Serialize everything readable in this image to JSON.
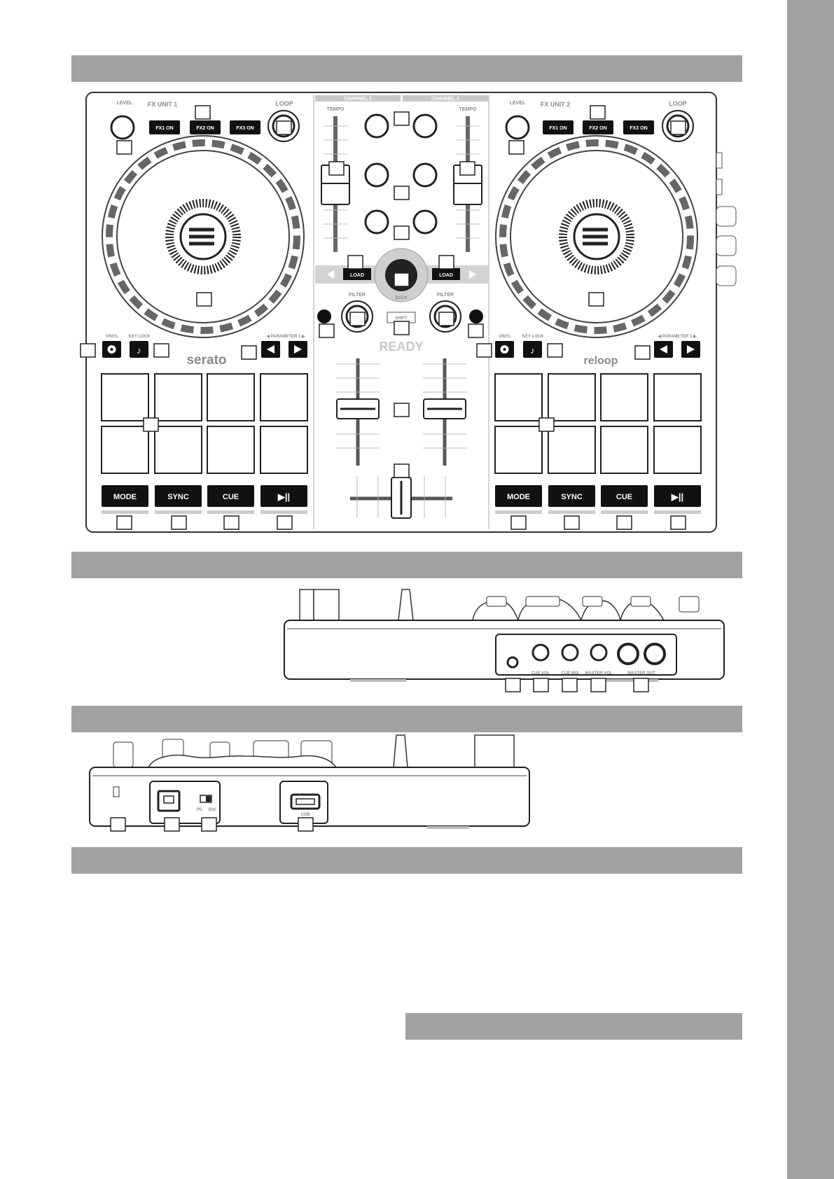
{
  "layout": {
    "section_bars": 4,
    "half_bar": 1,
    "right_band_color": "#a2a2a2",
    "bar_color": "#a2a2a2"
  },
  "top_panel": {
    "deck_left": {
      "level": "LEVEL",
      "fx_unit": "FX UNIT 1",
      "fx_buttons": [
        "FX1 ON",
        "FX2 ON",
        "FX3 ON"
      ],
      "loop": "LOOP",
      "vinyl": "VINYL",
      "key_lock": "KEY LOCK",
      "parameter": "◀ PARAMETER 1 ▶",
      "transport": [
        "MODE",
        "SYNC",
        "CUE",
        "▶||"
      ],
      "brand": "serato"
    },
    "deck_right": {
      "level": "LEVEL",
      "fx_unit": "FX UNIT 2",
      "fx_buttons": [
        "FX1 ON",
        "FX2 ON",
        "FX3 ON"
      ],
      "loop": "LOOP",
      "vinyl": "VINYL",
      "key_lock": "KEY LOCK",
      "parameter": "◀ PARAMETER 1 ▶",
      "transport": [
        "MODE",
        "SYNC",
        "CUE",
        "▶||"
      ],
      "brand": "reloop"
    },
    "mixer": {
      "channel_1": "CHANNEL 1",
      "channel_2": "CHANNEL 2",
      "tempo_left": "TEMPO",
      "tempo_right": "TEMPO",
      "load_left": "LOAD",
      "load_right": "LOAD",
      "filter_left": "FILTER",
      "filter_right": "FILTER",
      "back": "BACK",
      "shift": "SHIFT",
      "ready": "READY"
    }
  },
  "front_panel": {
    "labels": [
      "CUE VOL",
      "CUE MIX",
      "MASTER VOL",
      "MASTER OUT"
    ]
  },
  "rear_panel": {
    "switch_labels": [
      "PC",
      "IOS"
    ],
    "usb_label": "USB"
  }
}
